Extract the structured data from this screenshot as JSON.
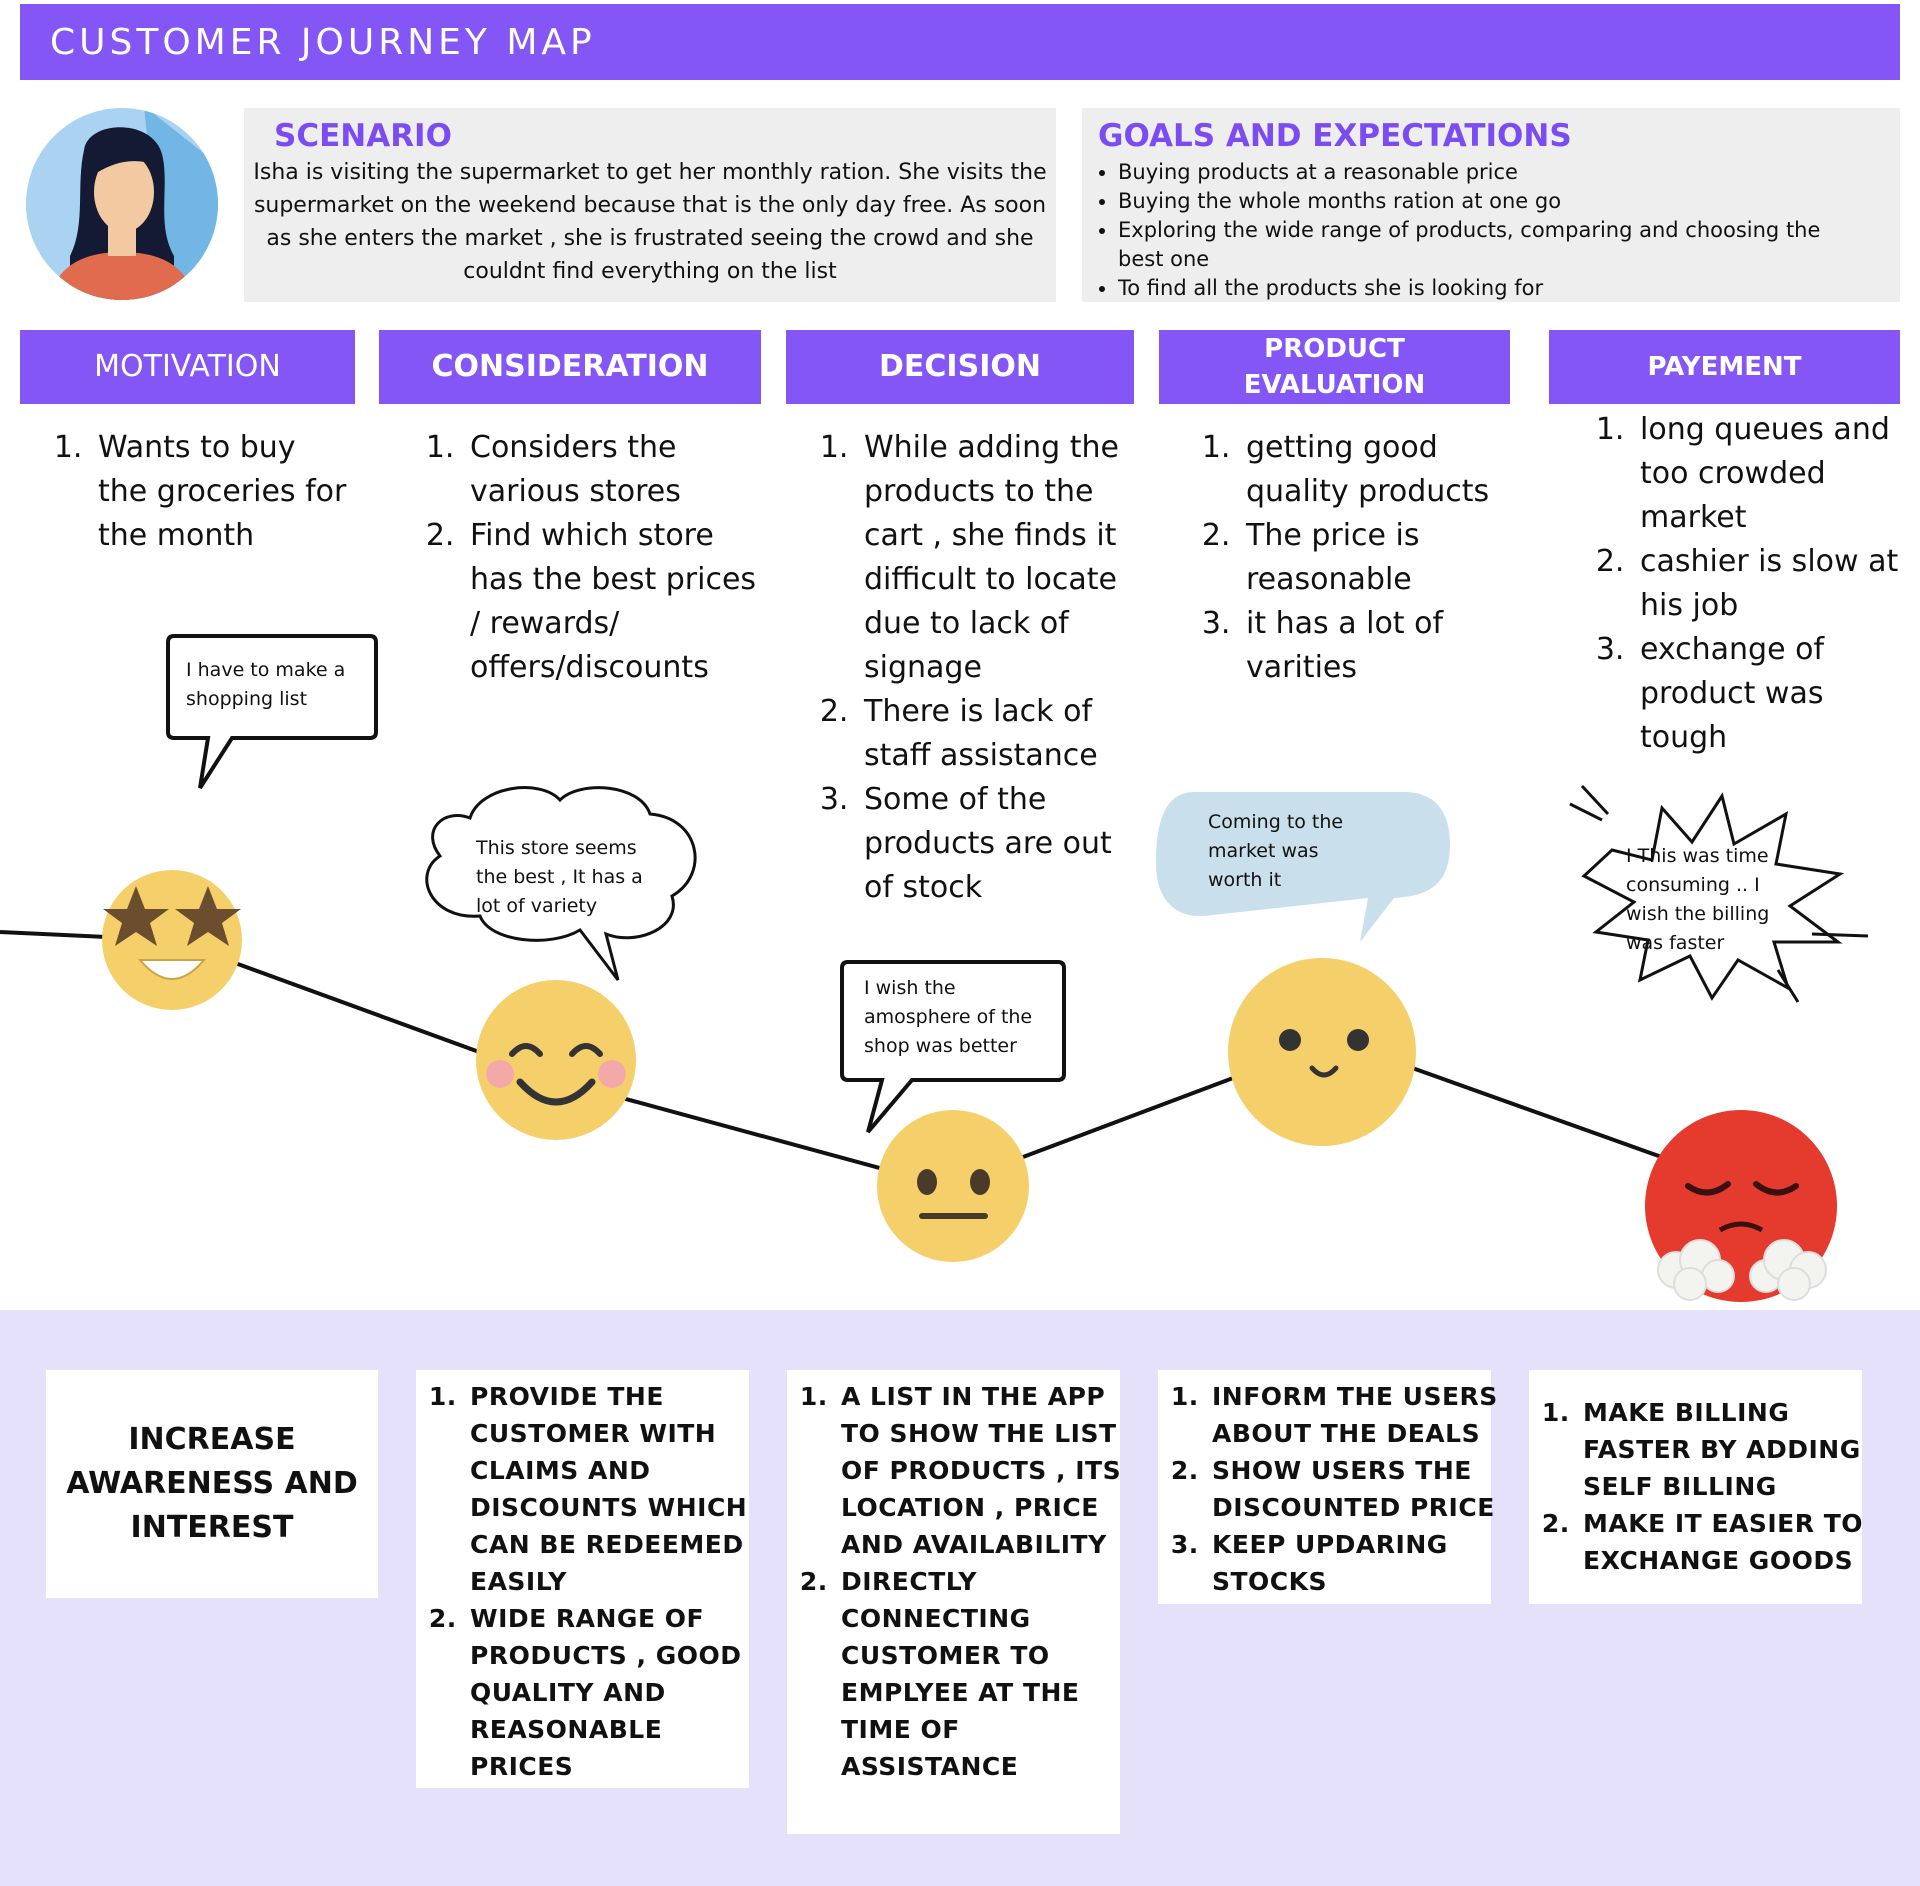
{
  "header": {
    "title": "CUSTOMER JOURNEY MAP"
  },
  "scenario": {
    "title": "SCENARIO",
    "text": "Isha is visiting the supermarket to get her monthly ration. She visits the supermarket on the weekend because that is the only day free. As soon as she enters the market , she is frustrated seeing the crowd and she couldnt find everything on the list"
  },
  "goals": {
    "title": "GOALS AND EXPECTATIONS",
    "items": [
      "Buying products at a reasonable price",
      "Buying the whole months ration at one go",
      "Exploring the wide range of products, comparing and choosing the best one",
      "To find all the products she is looking for"
    ]
  },
  "stages": [
    {
      "label": "MOTIVATION",
      "steps": [
        "Wants to buy the groceries for the month"
      ],
      "thought": "I have to make a shopping list",
      "emotion": "star-eyes"
    },
    {
      "label": "CONSIDERATION",
      "steps": [
        "Considers the various stores",
        "Find which store has the best prices / rewards/ offers/discounts"
      ],
      "thought": "This store seems the best , It has a lot of variety",
      "emotion": "happy"
    },
    {
      "label": "DECISION",
      "steps": [
        "While adding the products to the cart , she finds it difficult to locate due to lack of signage",
        "There is lack of staff assistance",
        " Some of the products are out of stock"
      ],
      "thought": "I wish the amosphere of the shop was better",
      "emotion": "neutral"
    },
    {
      "label": "PRODUCT EVALUATION",
      "steps": [
        "getting good quality products",
        "The price is reasonable",
        "it has a lot of varities"
      ],
      "thought": "Coming to the market was worth it",
      "emotion": "content"
    },
    {
      "label": "PAYEMENT",
      "steps": [
        "long queues and too crowded market",
        "cashier is slow at his job",
        "exchange of product was tough"
      ],
      "thought": "I This was time consuming .. I wish the billing was faster",
      "emotion": "angry"
    }
  ],
  "opportunities": {
    "awareness": "INCREASE AWARENESS AND INTEREST",
    "consideration": [
      "PROVIDE THE CUSTOMER WITH CLAIMS AND DISCOUNTS WHICH CAN BE REDEEMED EASILY",
      "WIDE RANGE OF PRODUCTS , GOOD QUALITY AND REASONABLE PRICES"
    ],
    "decision": [
      "A LIST IN THE APP TO SHOW THE LIST OF PRODUCTS , ITS LOCATION , PRICE AND AVAILABILITY",
      "DIRECTLY CONNECTING CUSTOMER TO EMPLYEE AT THE TIME OF ASSISTANCE"
    ],
    "evaluation": [
      "INFORM THE USERS ABOUT THE DEALS",
      "SHOW USERS THE DISCOUNTED PRICE",
      "KEEP UPDARING STOCKS"
    ],
    "payment": [
      "MAKE BILLING FASTER BY ADDING SELF BILLING",
      "MAKE IT EASIER TO EXCHANGE GOODS"
    ]
  },
  "colors": {
    "accent": "#8356f5",
    "panel": "#eeeeee",
    "band": "#e6e1fb",
    "emoji_yellow": "#f5d06a",
    "angry_red": "#e53a2e",
    "bubble_blue": "#c9dfec"
  }
}
